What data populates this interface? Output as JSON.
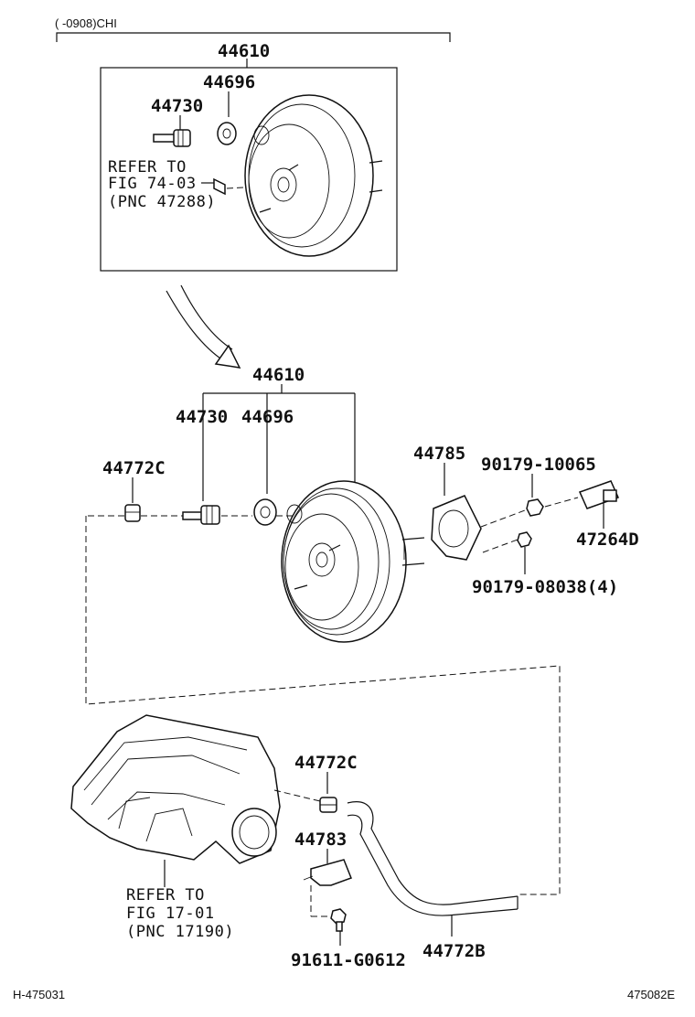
{
  "header": {
    "applicability": "(      -0908)CHI"
  },
  "footer": {
    "left_code": "H-475031",
    "right_code": "475082E"
  },
  "inset": {
    "assembly": "44610",
    "grommet": "44696",
    "check_valve": "44730",
    "refer": [
      "REFER TO",
      "FIG 74-03",
      "(PNC 47288)"
    ]
  },
  "main": {
    "assembly": "44610",
    "check_valve": "44730",
    "grommet": "44696",
    "clip_upper": "44772C",
    "gasket": "44785",
    "nut_upper": "90179-10065",
    "nut_lower": "90179-08038(4)",
    "clevis": "47264D",
    "clip_lower": "44772C",
    "bracket": "44783",
    "bolt": "91611-G0612",
    "hose": "44772B",
    "manifold_refer": [
      "REFER TO",
      "FIG 17-01",
      "(PNC 17190)"
    ]
  }
}
